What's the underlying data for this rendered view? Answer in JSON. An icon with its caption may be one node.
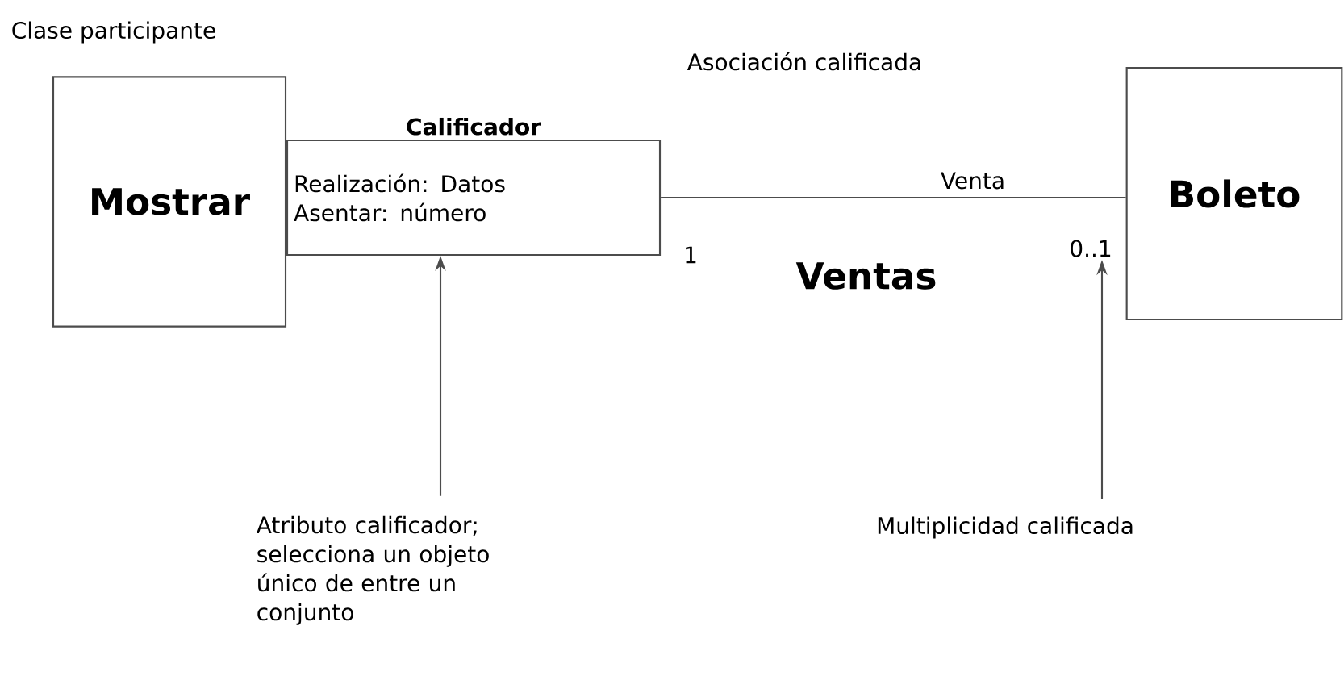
{
  "diagram": {
    "nodes": [
      {
        "text": [
          "Mostrar"
        ]
      },
      {
        "text": [
          "Calificador",
          "Realización: Datos",
          "Asentar: número"
        ]
      },
      {
        "text": [
          "Boleto"
        ]
      },
      {
        "text": [
          "Atributo calificador; selecciona un objeto único de entre un conjunto"
        ]
      },
      {
        "text": [
          "Multiplicidad calificada"
        ]
      },
      {
        "text": [
          "0..1"
        ]
      }
    ],
    "edges": [
      {
        "from": 1,
        "to": 2,
        "arrow": "none",
        "label": "Venta"
      },
      {
        "from": 3,
        "to": 1,
        "arrow": "to"
      },
      {
        "from": 4,
        "to": 5,
        "arrow": "to"
      }
    ],
    "labels": [
      "Clase participante",
      "Asociación calificada",
      "1",
      "Ventas"
    ]
  }
}
